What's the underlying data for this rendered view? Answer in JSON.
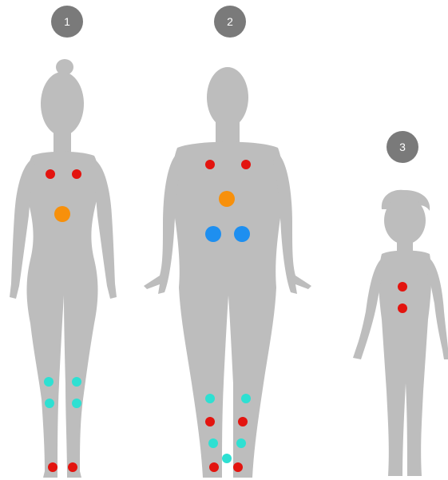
{
  "colors": {
    "silhouette": "#bdbdbd",
    "badge": "#7a7a7a",
    "badge_text": "#ffffff",
    "red": "#e3140f",
    "orange": "#f7900b",
    "blue": "#1e8ff0",
    "cyan": "#2ee0d2"
  },
  "figures": [
    {
      "badge": "1",
      "silhouette": "woman",
      "markers": [
        "red",
        "red",
        "orange",
        "cyan",
        "cyan",
        "cyan",
        "cyan",
        "red",
        "red"
      ]
    },
    {
      "badge": "2",
      "silhouette": "man",
      "markers": [
        "red",
        "red",
        "orange",
        "blue",
        "blue",
        "cyan",
        "cyan",
        "red",
        "red",
        "cyan",
        "cyan",
        "cyan",
        "red",
        "red"
      ]
    },
    {
      "badge": "3",
      "silhouette": "child",
      "markers": [
        "red",
        "red"
      ]
    }
  ]
}
